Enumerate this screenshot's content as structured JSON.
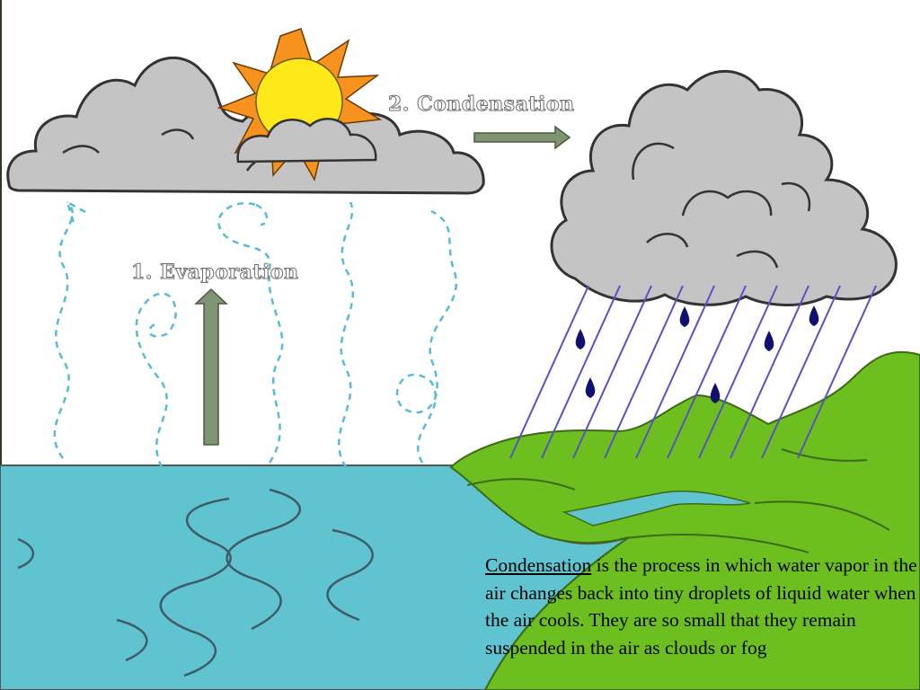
{
  "labels": {
    "evaporation": "1.  Evaporation",
    "condensation": "2.  Condensation"
  },
  "caption": {
    "term": "Condensation",
    "text": " is the process in which water vapor in the air changes back into tiny droplets of liquid water when the air cools. They are so small that they remain suspended in the air as clouds or fog"
  },
  "colors": {
    "cloud": "#c4c4c4",
    "sun": "#ffe81a",
    "sun_rays": "#f7921e",
    "water": "#5fc4d0",
    "land": "#6cbf1e",
    "arrow": "#7f9470",
    "rain": "#5a52c2",
    "raindrop": "#10106e",
    "vapor": "#58bcd8"
  }
}
